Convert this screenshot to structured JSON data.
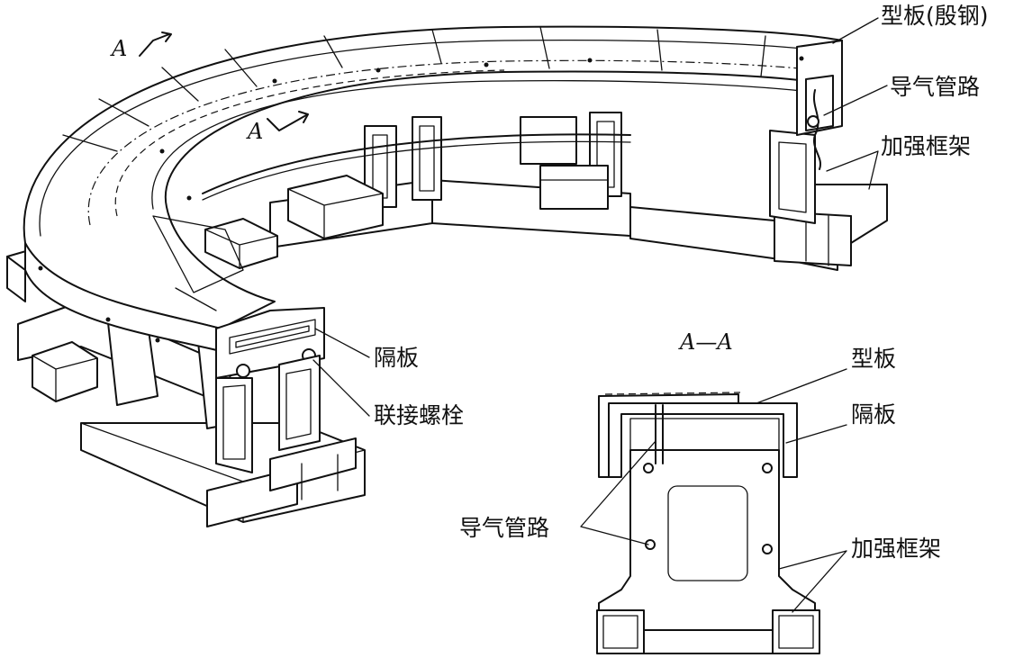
{
  "section_marker": "A",
  "section_title": "A—A",
  "main_view_labels": {
    "template": "型板(殷钢)",
    "air_duct": "导气管路",
    "frame": "加强框架",
    "partition": "隔板",
    "bolt": "联接螺栓"
  },
  "section_view_labels": {
    "template": "型板",
    "partition": "隔板",
    "air_duct": "导气管路",
    "frame": "加强框架"
  }
}
